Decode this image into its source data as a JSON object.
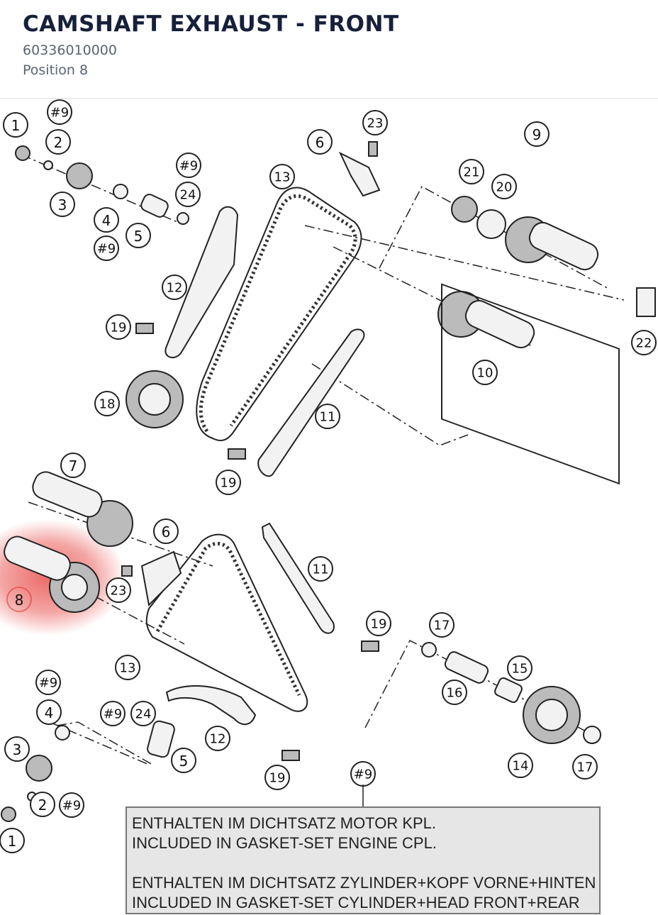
{
  "header": {
    "title": "CAMSHAFT EXHAUST - FRONT",
    "part_number": "60336010000",
    "position": "Position 8"
  },
  "callouts": [
    {
      "label": "1"
    },
    {
      "label": "#9"
    },
    {
      "label": "2"
    },
    {
      "label": "3"
    },
    {
      "label": "4"
    },
    {
      "label": "#9"
    },
    {
      "label": "5"
    },
    {
      "label": "#9"
    },
    {
      "label": "24"
    },
    {
      "label": "6"
    },
    {
      "label": "23"
    },
    {
      "label": "13"
    },
    {
      "label": "9"
    },
    {
      "label": "21"
    },
    {
      "label": "20"
    },
    {
      "label": "12"
    },
    {
      "label": "19"
    },
    {
      "label": "22"
    },
    {
      "label": "10"
    },
    {
      "label": "18"
    },
    {
      "label": "11"
    },
    {
      "label": "19"
    },
    {
      "label": "7"
    },
    {
      "label": "6"
    },
    {
      "label": "8"
    },
    {
      "label": "23"
    },
    {
      "label": "11"
    },
    {
      "label": "19"
    },
    {
      "label": "17"
    },
    {
      "label": "13"
    },
    {
      "label": "15"
    },
    {
      "label": "16"
    },
    {
      "label": "#9"
    },
    {
      "label": "4"
    },
    {
      "label": "#9"
    },
    {
      "label": "24"
    },
    {
      "label": "12"
    },
    {
      "label": "3"
    },
    {
      "label": "5"
    },
    {
      "label": "19"
    },
    {
      "label": "14"
    },
    {
      "label": "17"
    },
    {
      "label": "2"
    },
    {
      "label": "#9"
    },
    {
      "label": "1"
    },
    {
      "label": "#9"
    }
  ],
  "highlighted_position": "8",
  "highlight_color": "#e53935",
  "note": {
    "line1": "ENTHALTEN IM DICHTSATZ MOTOR KPL.",
    "line2": "INCLUDED IN GASKET-SET ENGINE CPL.",
    "line3": "ENTHALTEN IM DICHTSATZ ZYLINDER+KOPF VORNE+HINTEN",
    "line4": "INCLUDED IN GASKET-SET CYLINDER+HEAD FRONT+REAR"
  }
}
